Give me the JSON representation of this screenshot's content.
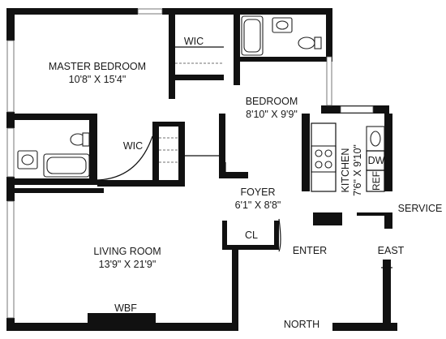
{
  "rooms": {
    "master_bedroom": {
      "name": "MASTER BEDROOM",
      "size": "10'8\" X 15'4\""
    },
    "wic_top": {
      "name": "WIC"
    },
    "bedroom": {
      "name": "BEDROOM",
      "size": "8'10\" X 9'9\""
    },
    "wic_mid": {
      "name": "WIC"
    },
    "kitchen": {
      "name": "KITCHEN",
      "size": "7'6\" X 9'10\""
    },
    "dw": {
      "name": "DW"
    },
    "ref": {
      "name": "REF"
    },
    "foyer": {
      "name": "FOYER",
      "size": "6'1\" X 8'8\""
    },
    "service": {
      "name": "SERVICE"
    },
    "closet": {
      "name": "CL"
    },
    "enter": {
      "name": "ENTER"
    },
    "east": {
      "name": "EAST"
    },
    "living_room": {
      "name": "LIVING ROOM",
      "size": "13'9\" X 21'9\""
    },
    "wbf": {
      "name": "WBF"
    },
    "north": {
      "name": "NORTH"
    }
  }
}
